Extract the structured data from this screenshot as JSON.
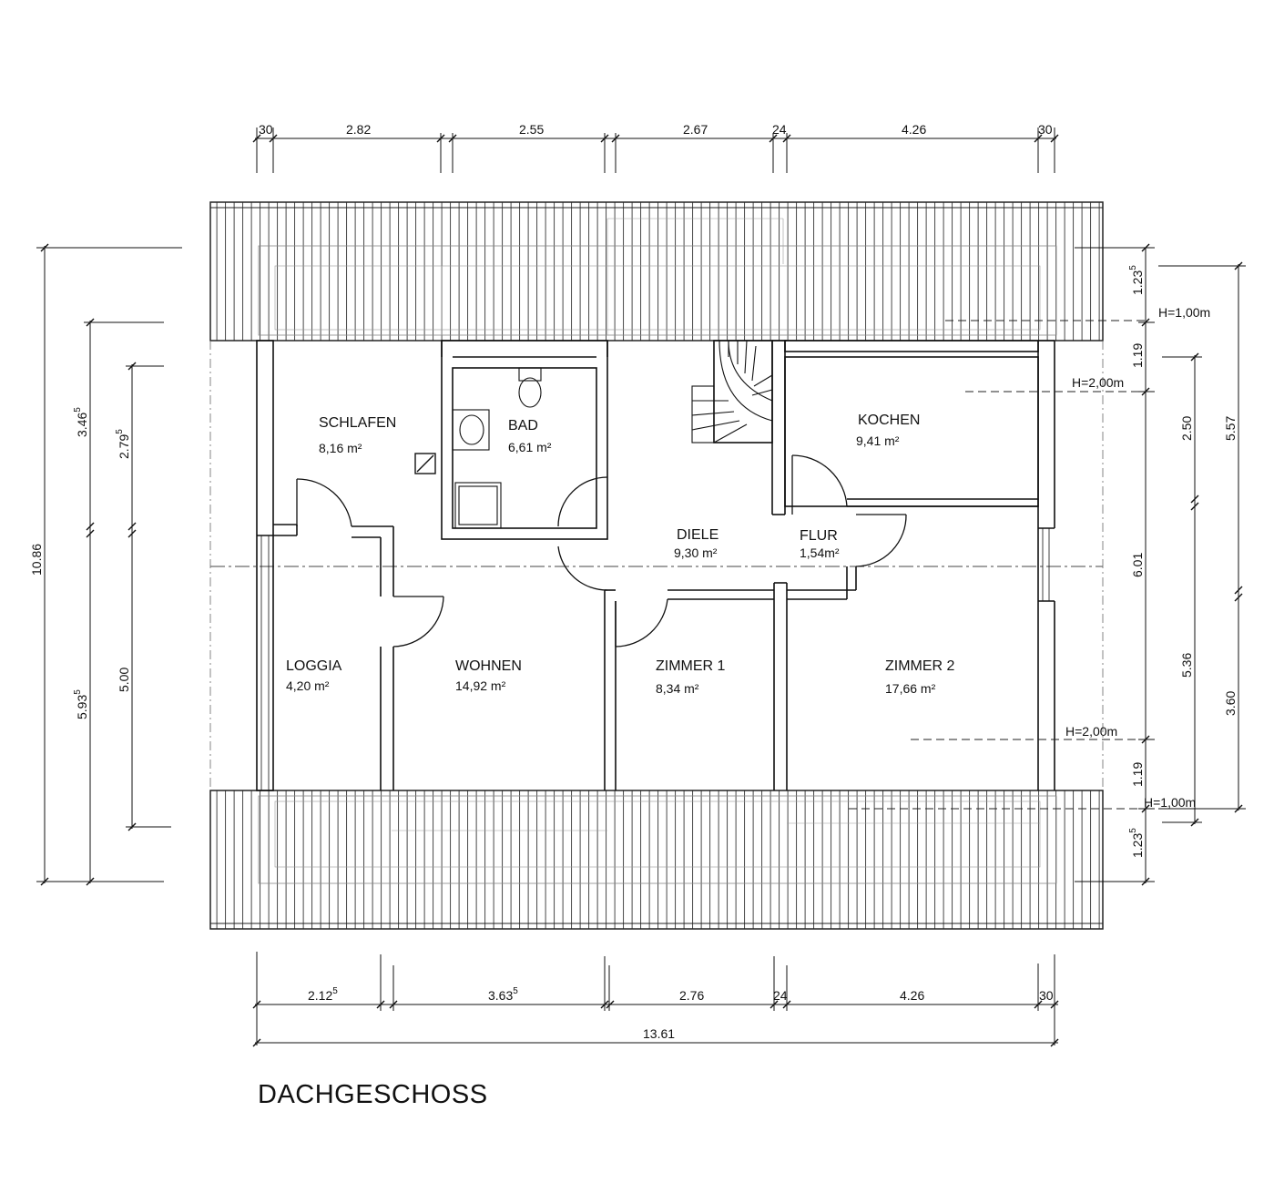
{
  "title": "DACHGESCHOSS",
  "rooms": [
    {
      "id": "schlafen",
      "name": "SCHLAFEN",
      "area": "8,16 m²"
    },
    {
      "id": "bad",
      "name": "BAD",
      "area": "6,61 m²"
    },
    {
      "id": "kochen",
      "name": "KOCHEN",
      "area": "9,41 m²"
    },
    {
      "id": "diele",
      "name": "DIELE",
      "area": "9,30 m²"
    },
    {
      "id": "flur",
      "name": "FLUR",
      "area": "1,54m²"
    },
    {
      "id": "loggia",
      "name": "LOGGIA",
      "area": "4,20 m²"
    },
    {
      "id": "wohnen",
      "name": "WOHNEN",
      "area": "14,92 m²"
    },
    {
      "id": "zimmer1",
      "name": "ZIMMER 1",
      "area": "8,34 m²"
    },
    {
      "id": "zimmer2",
      "name": "ZIMMER 2",
      "area": "17,66 m²"
    }
  ],
  "dimensions": {
    "top": [
      {
        "text": "30",
        "sup": ""
      },
      {
        "text": "2.82",
        "sup": ""
      },
      {
        "text": "2.55",
        "sup": ""
      },
      {
        "text": "2.67",
        "sup": ""
      },
      {
        "text": "24",
        "sup": ""
      },
      {
        "text": "4.26",
        "sup": ""
      },
      {
        "text": "30",
        "sup": ""
      }
    ],
    "bottom": [
      {
        "text": "2.12",
        "sup": "5"
      },
      {
        "text": "3.63",
        "sup": "5"
      },
      {
        "text": "2.76",
        "sup": ""
      },
      {
        "text": "24",
        "sup": ""
      },
      {
        "text": "4.26",
        "sup": ""
      },
      {
        "text": "30",
        "sup": ""
      }
    ],
    "bottom_total": {
      "text": "13.61",
      "sup": ""
    },
    "left": [
      {
        "text": "10.86",
        "sup": ""
      },
      {
        "text": "3.46",
        "sup": "5"
      },
      {
        "text": "5.93",
        "sup": "5"
      },
      {
        "text": "2.79",
        "sup": "5"
      },
      {
        "text": "5.00",
        "sup": ""
      }
    ],
    "right": [
      {
        "text": "1.23",
        "sup": "5"
      },
      {
        "text": "1.19",
        "sup": ""
      },
      {
        "text": "6.01",
        "sup": ""
      },
      {
        "text": "1.19",
        "sup": ""
      },
      {
        "text": "1.23",
        "sup": "5"
      },
      {
        "text": "2.50",
        "sup": ""
      },
      {
        "text": "5.36",
        "sup": ""
      },
      {
        "text": "5.57",
        "sup": ""
      },
      {
        "text": "3.60",
        "sup": ""
      }
    ]
  },
  "height_labels": [
    "H=1,00m",
    "H=2,00m",
    "H=2,00m",
    "H=1,00m"
  ]
}
